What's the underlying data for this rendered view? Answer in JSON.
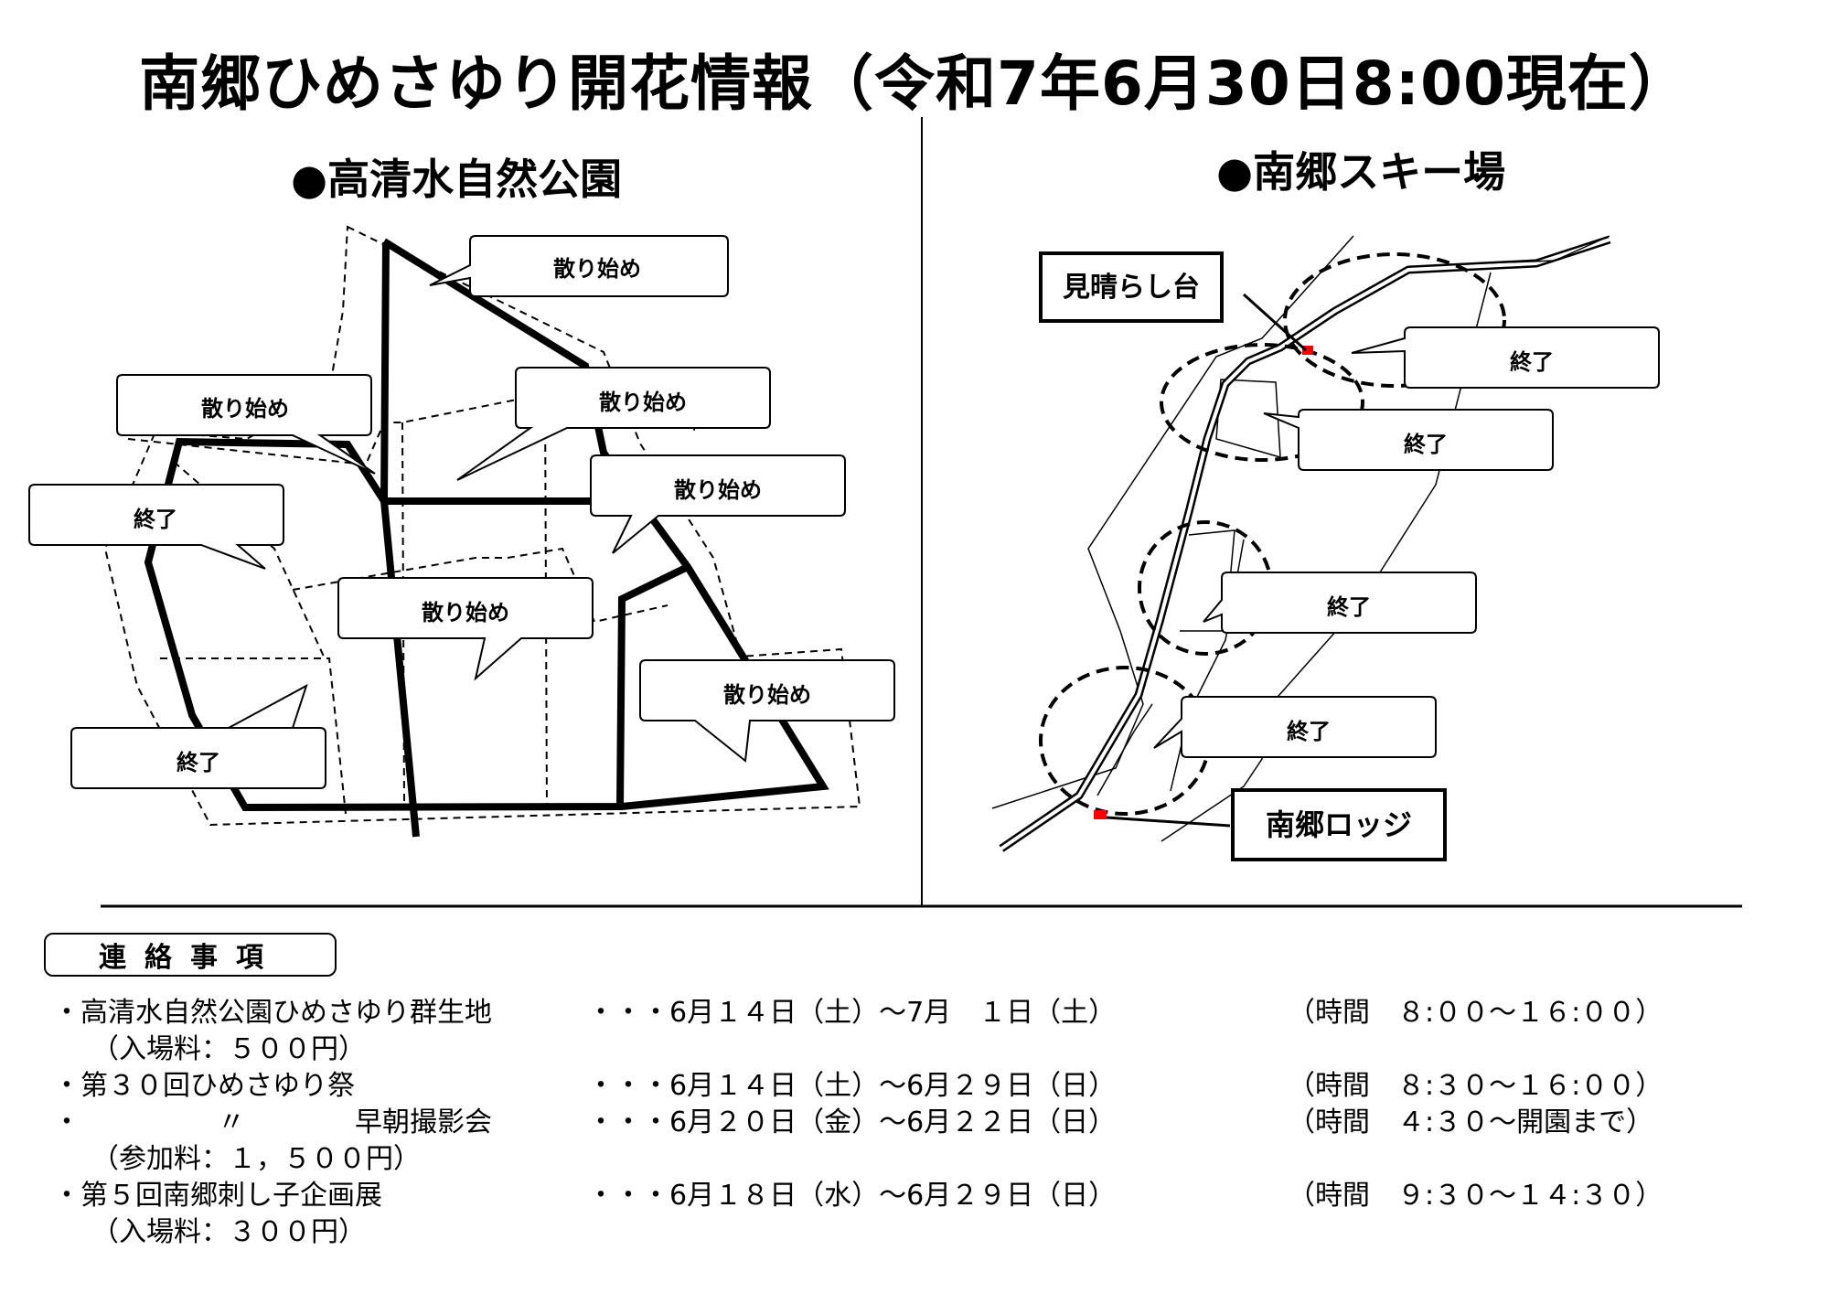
{
  "title": "南郷ひめさゆり開花情報（令和7年6月30日8:00現在）",
  "left_map": {
    "heading": "●高清水自然公園",
    "callouts": [
      {
        "id": "c1",
        "text": "散り始め"
      },
      {
        "id": "c2",
        "text": "散り始め"
      },
      {
        "id": "c3",
        "text": "散り始め"
      },
      {
        "id": "c4",
        "text": "終了"
      },
      {
        "id": "c5",
        "text": "散り始め"
      },
      {
        "id": "c6",
        "text": "散り始め"
      },
      {
        "id": "c7",
        "text": "散り始め"
      },
      {
        "id": "c8",
        "text": "終了"
      }
    ]
  },
  "right_map": {
    "heading": "●南郷スキー場",
    "labels": {
      "lookout": "見晴らし台",
      "lodge": "南郷ロッジ"
    },
    "callouts": [
      {
        "id": "r1",
        "text": "終了"
      },
      {
        "id": "r2",
        "text": "終了"
      },
      {
        "id": "r3",
        "text": "終了"
      },
      {
        "id": "r4",
        "text": "終了"
      }
    ],
    "marker_color": "#ff0000"
  },
  "notes": {
    "heading": "連絡事項",
    "rows": [
      {
        "name": "・高清水自然公園ひめさゆり群生地",
        "dates": "・・・6月１４日（土）～7月　１日（土）",
        "time": "（時間　８:００～１６:００）",
        "sub": "（入場料：５００円）"
      },
      {
        "name": "・第３０回ひめさゆり祭",
        "dates": "・・・6月１４日（土）～6月２９日（日）",
        "time": "（時間　８:３０～１６:００）",
        "sub": ""
      },
      {
        "name": "・　　　　　〃　　　　早朝撮影会",
        "dates": "・・・6月２０日（金）～6月２２日（日）",
        "time": "（時間　４:３０～開園まで）",
        "sub": "（参加料：１，５００円）"
      },
      {
        "name": "・第５回南郷刺し子企画展",
        "dates": "・・・6月１８日（水）～6月２９日（日）",
        "time": "（時間　９:３０～１４:３０）",
        "sub": "（入場料：３００円）"
      }
    ]
  }
}
